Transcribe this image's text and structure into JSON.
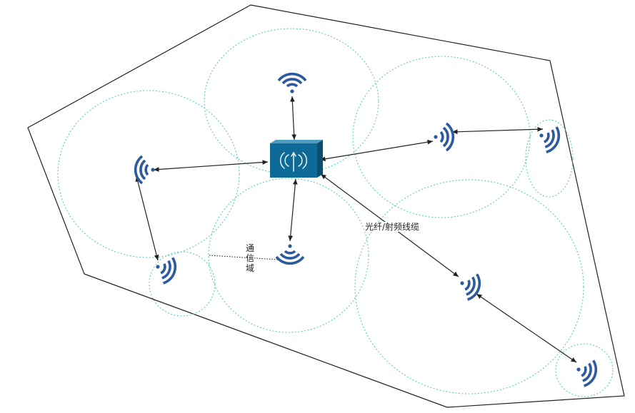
{
  "diagram": {
    "labels": {
      "fiber_rf_cable": "光纤/射频线缆",
      "comm_domain": "通信域"
    },
    "nodes": {
      "hub": {
        "kind": "base-station-hub",
        "icon": "router-antenna-icon"
      },
      "antennas": [
        {
          "id": "ant-top",
          "icon": "wifi-signal-icon"
        },
        {
          "id": "ant-left",
          "icon": "wifi-signal-icon"
        },
        {
          "id": "ant-right",
          "icon": "wifi-signal-icon"
        },
        {
          "id": "ant-far-right",
          "icon": "wifi-signal-icon"
        },
        {
          "id": "ant-lower-left",
          "icon": "wifi-signal-icon"
        },
        {
          "id": "ant-center",
          "icon": "wifi-signal-icon"
        },
        {
          "id": "ant-lower-right",
          "icon": "wifi-signal-icon"
        },
        {
          "id": "ant-bottom-right",
          "icon": "wifi-signal-icon"
        }
      ]
    },
    "colors": {
      "antenna": "#2c5aa0",
      "hub_fill": "#0e6a96",
      "coverage": "#5ec9c2",
      "edge": "#222222",
      "boundary": "#222222"
    }
  }
}
